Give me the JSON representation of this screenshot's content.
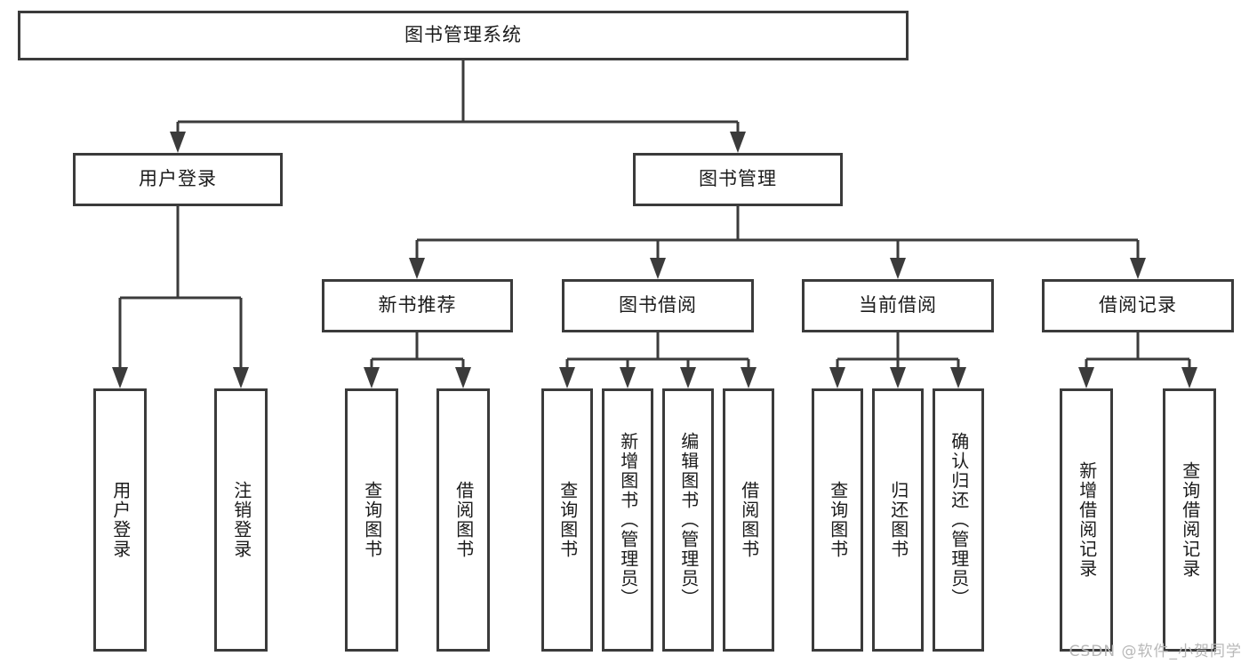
{
  "diagram": {
    "type": "tree",
    "title": "图书管理系统",
    "root": {
      "label": "图书管理系统"
    },
    "level2": [
      {
        "label": "用户登录"
      },
      {
        "label": "图书管理"
      }
    ],
    "level3": [
      {
        "label": "新书推荐"
      },
      {
        "label": "图书借阅"
      },
      {
        "label": "当前借阅"
      },
      {
        "label": "借阅记录"
      }
    ],
    "leaves": {
      "user_login": [
        {
          "label": "用户登录"
        },
        {
          "label": "注销登录"
        }
      ],
      "new_book_recommend": [
        {
          "label": "查询图书"
        },
        {
          "label": "借阅图书"
        }
      ],
      "book_borrow": [
        {
          "label": "查询图书"
        },
        {
          "label": "新增图书（管理员）"
        },
        {
          "label": "编辑图书（管理员）"
        },
        {
          "label": "借阅图书"
        }
      ],
      "current_borrow": [
        {
          "label": "查询图书"
        },
        {
          "label": "归还图书"
        },
        {
          "label": "确认归还（管理员）"
        }
      ],
      "borrow_record": [
        {
          "label": "新增借阅记录"
        },
        {
          "label": "查询借阅记录"
        }
      ]
    }
  },
  "watermark": {
    "text": "CSDN @软件_小贺同学"
  },
  "colors": {
    "stroke": "#3b3b3b",
    "text": "#1b1b1b",
    "background": "#ffffff",
    "watermark": "#b8b8b8"
  }
}
